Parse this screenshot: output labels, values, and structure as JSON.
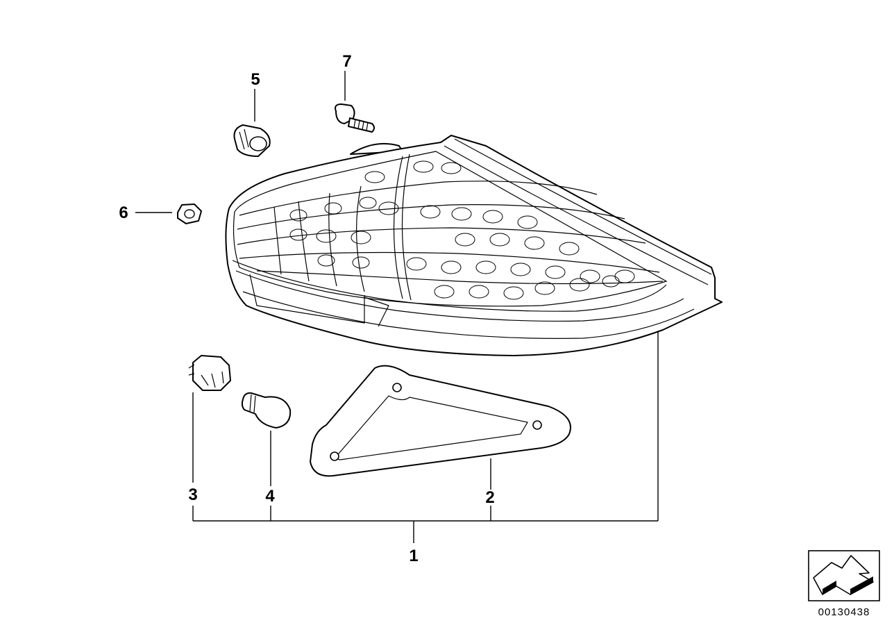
{
  "callouts": {
    "c1": "1",
    "c2": "2",
    "c3": "3",
    "c4": "4",
    "c5": "5",
    "c6": "6",
    "c7": "7"
  },
  "diagram_number": "00130438",
  "icons": {
    "orientation": "direction-arrow-icon"
  }
}
